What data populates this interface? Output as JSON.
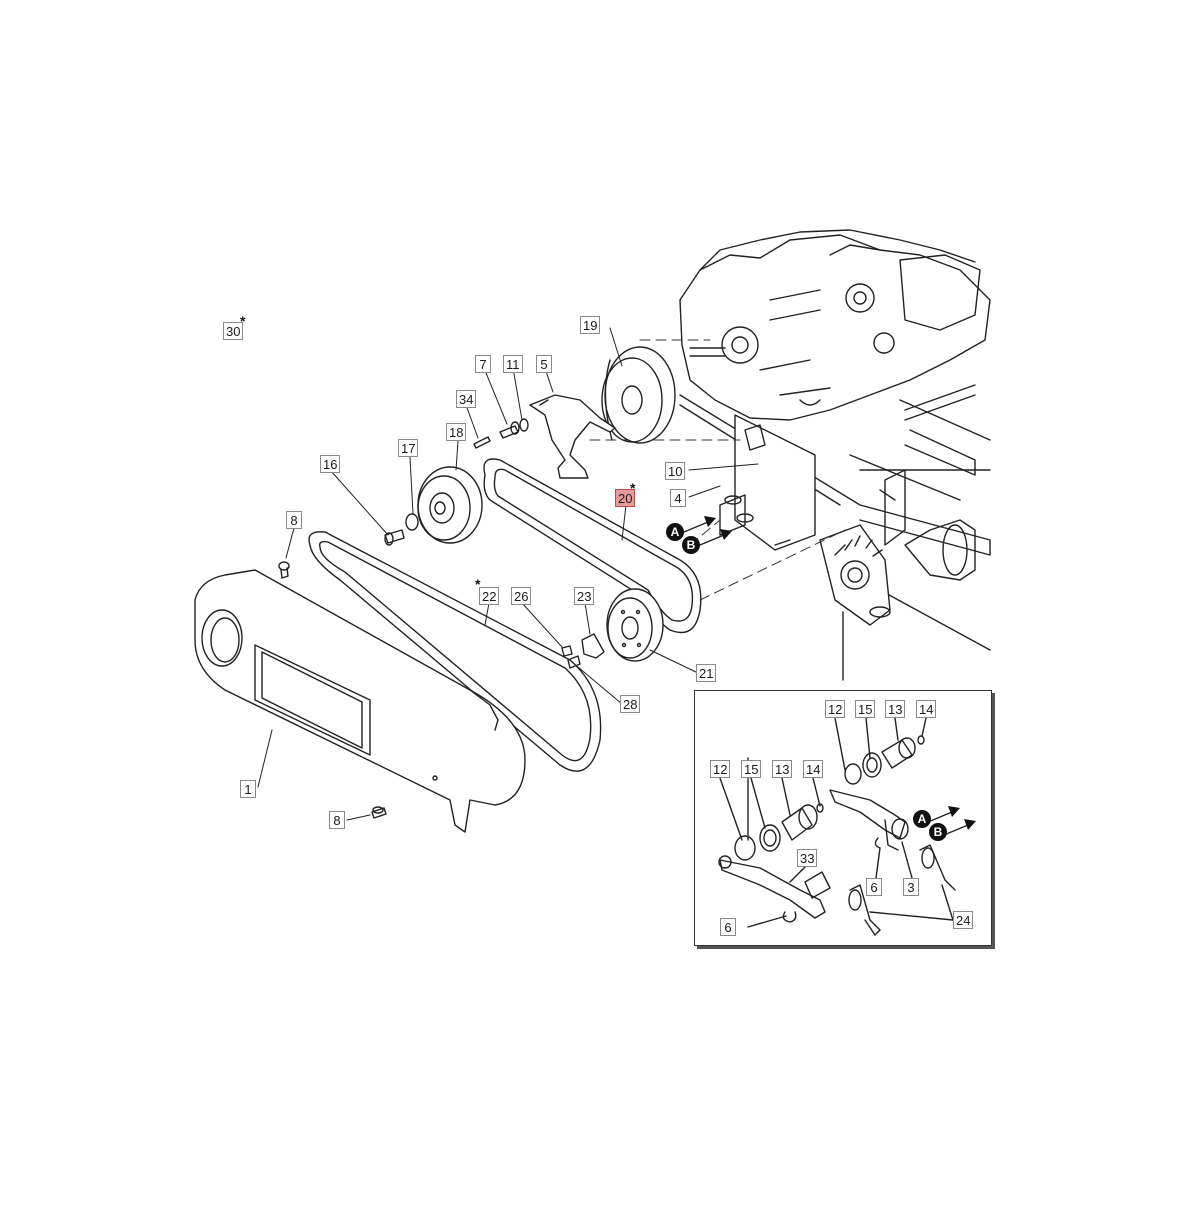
{
  "labels": {
    "l30": "30",
    "l19": "19",
    "l7": "7",
    "l11": "11",
    "l5": "5",
    "l34": "34",
    "l17": "17",
    "l18": "18",
    "l16": "16",
    "l10": "10",
    "l4": "4",
    "l20": "20",
    "l8a": "8",
    "l22": "22",
    "l26": "26",
    "l23": "23",
    "l21": "21",
    "l28": "28",
    "l1": "1",
    "l8b": "8",
    "i12a": "12",
    "i15a": "15",
    "i13a": "13",
    "i14a": "14",
    "i12b": "12",
    "i15b": "15",
    "i13b": "13",
    "i14b": "14",
    "i33": "33",
    "i6a": "6",
    "i3": "3",
    "i24": "24",
    "i6b": "6"
  },
  "stars": {
    "s30": "*",
    "s20": "*",
    "s22": "*"
  },
  "markers": {
    "mA": "A",
    "mB": "B",
    "mA2": "A",
    "mB2": "B"
  },
  "highlight_color": "#e99a9a"
}
